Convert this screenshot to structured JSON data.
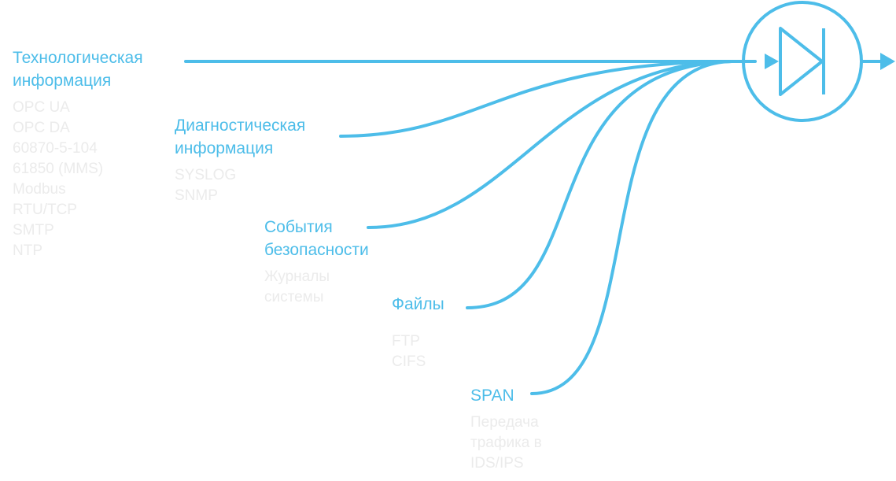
{
  "colors": {
    "accent": "#4dbde9",
    "secondary_text": "#ebebeb",
    "background": "#ffffff"
  },
  "device": {
    "icon": "diode-icon"
  },
  "sources": [
    {
      "id": "tech",
      "title": "Технологическая\nинформация",
      "items": "OPC UA\nOPC DA\n60870-5-104\n61850 (MMS)\nModbus\nRTU/TCP\nSMTP\nNTP"
    },
    {
      "id": "diag",
      "title": "Диагностическая\nинформация",
      "items": "SYSLOG\nSNMP"
    },
    {
      "id": "security",
      "title": "События\nбезопасности",
      "items": "Журналы\nсистемы"
    },
    {
      "id": "files",
      "title": "Файлы",
      "items": "FTP\nCIFS"
    },
    {
      "id": "span",
      "title": "SPAN",
      "items": "Передача\nтрафика в\nIDS/IPS"
    }
  ]
}
